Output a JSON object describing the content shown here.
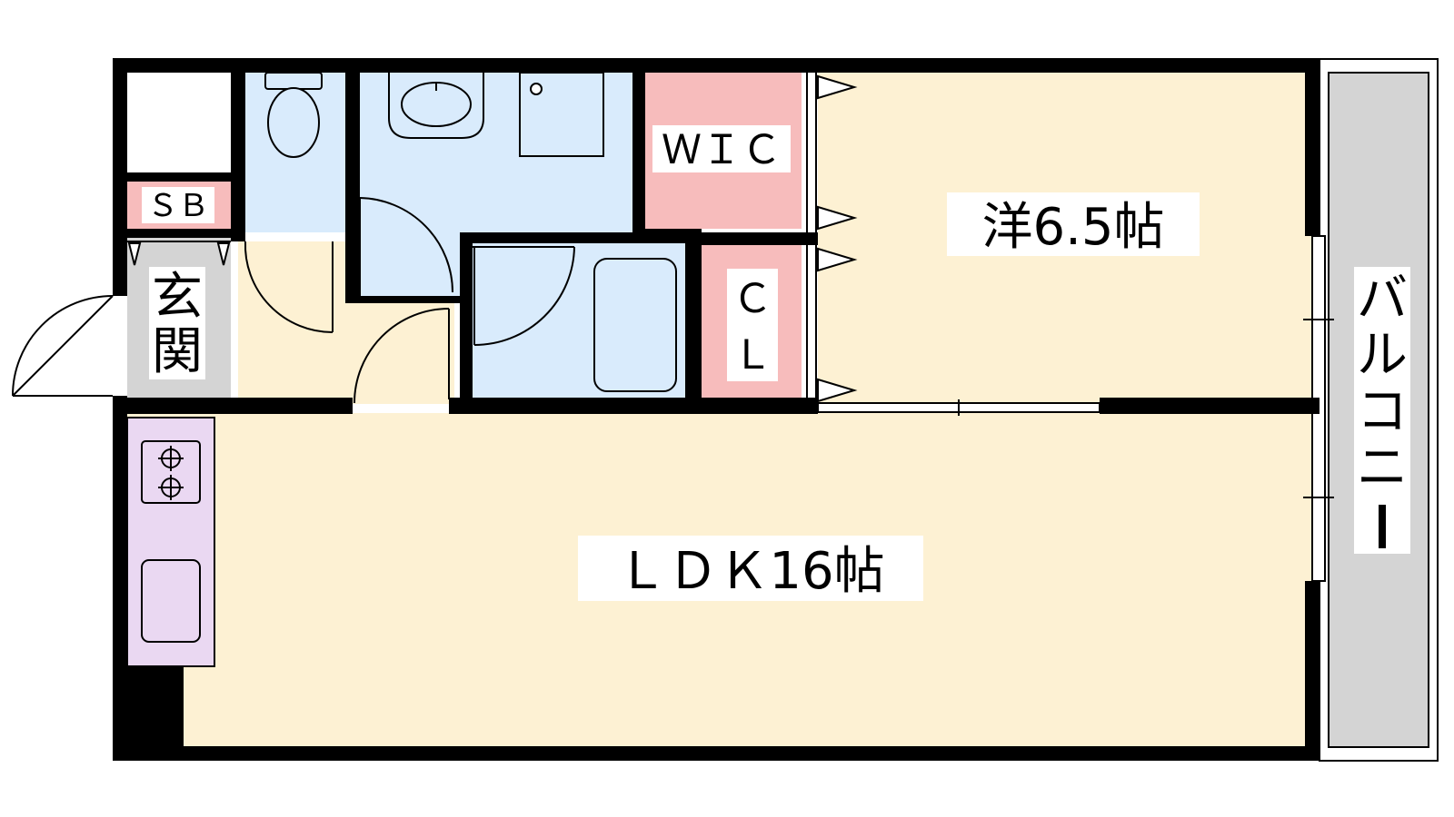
{
  "rooms": {
    "western_room": "洋6.5帖",
    "ldk": "ＬＤＫ16帖",
    "wic": "ＷＩＣ",
    "cl_top": "Ｃ",
    "cl_bottom": "Ｌ",
    "sb": "ＳＢ",
    "genkan_top": "玄",
    "genkan_bottom": "関",
    "balcony": [
      "バ",
      "ル",
      "コ",
      "ニ",
      "ー"
    ]
  },
  "colors": {
    "living_area": "#fdf1d3",
    "wet_area": "#d9ebfc",
    "storage": "#f7bcbc",
    "kitchen": "#ead8f2",
    "entrance": "#d4d4d4",
    "balcony": "#d4d4d4",
    "wall": "#000000"
  }
}
